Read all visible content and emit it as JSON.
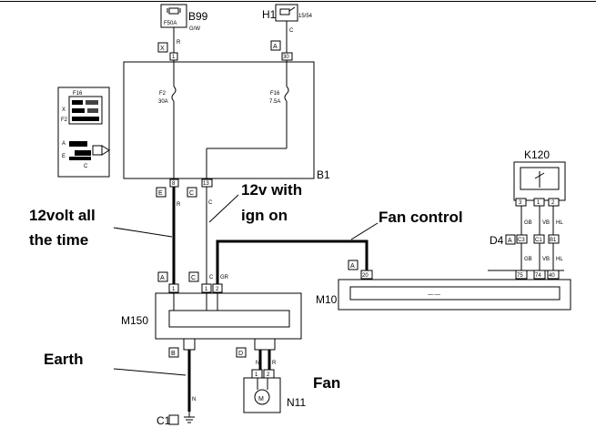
{
  "annotations": {
    "always_12v_line1": "12volt all",
    "always_12v_line2": "the time",
    "ign_line1": "12v with",
    "ign_line2": "ign on",
    "fan_control": "Fan control",
    "earth": "Earth",
    "fan": "Fan"
  },
  "components": {
    "b99": "B99",
    "h1": "H1",
    "b1": "B1",
    "k120": "K120",
    "d4": "D4",
    "m10": "M10",
    "m150": "M150",
    "n11": "N11",
    "c1": "C1"
  },
  "fuses": {
    "f2_name": "F2",
    "f2_rating": "30A",
    "f16_name": "F16",
    "f16_rating": "7.5A"
  },
  "connectors": {
    "x": "X",
    "a": "A",
    "e": "E",
    "c": "C",
    "b": "B",
    "d": "D"
  },
  "pins": {
    "b99_top": "1",
    "h1_top": "30",
    "b1_e": "8",
    "b1_c": "13",
    "m150_1": "1",
    "m150_c1": "1",
    "m150_2": "2",
    "m10_20": "20",
    "m10_75": "75",
    "m10_74": "74",
    "m10_40": "40",
    "k120_3": "3",
    "k120_1": "1",
    "k120_2": "2",
    "d4_c3": "C3",
    "d4_c1": "C1",
    "d4_b1": "B1",
    "n11_1": "1",
    "n11_2": "2"
  },
  "wire_codes": {
    "r": "R",
    "c": "C",
    "gr": "GR",
    "n": "N",
    "gb": "GB",
    "vb": "VB",
    "hl": "HL"
  },
  "small_marks": {
    "b99_fuse": "F50A",
    "b99_code": "G/W",
    "h1_code": "15/54",
    "inset_title": "F16",
    "inset_x": "X",
    "inset_f2": "F2",
    "inset_a": "A",
    "inset_e": "E",
    "inset_c": "C"
  }
}
